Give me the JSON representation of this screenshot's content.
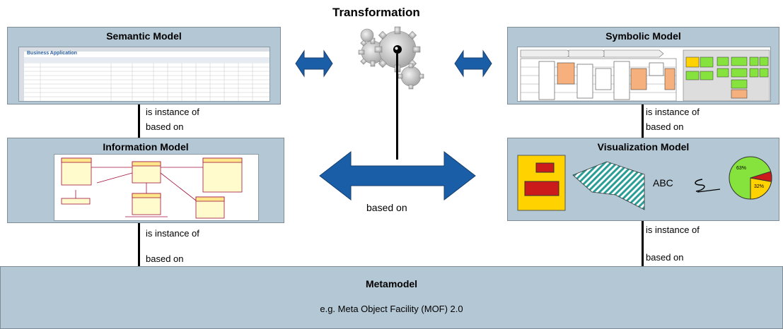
{
  "header": {
    "title": "Transformation"
  },
  "panels": {
    "semantic": {
      "title": "Semantic Model"
    },
    "symbolic": {
      "title": "Symbolic Model"
    },
    "information": {
      "title": "Information Model"
    },
    "visualization": {
      "title": "Visualization Model"
    },
    "metamodel": {
      "title": "Metamodel",
      "subtitle": "e.g. Meta Object Facility (MOF) 2.0"
    }
  },
  "relations": {
    "instance_of": "is instance of",
    "based_on": "based on"
  },
  "thumbnails": {
    "spreadsheet_heading": "Business Application",
    "text_sample": "ABC",
    "pie_slices": [
      "63%",
      "32%"
    ]
  },
  "colors": {
    "panel": "#b4c7d5",
    "arrow": "#1a5ea8",
    "yellow": "#ffd200",
    "red": "#cc1b1b",
    "teal": "#2b9e98",
    "green": "#86e23c",
    "orange": "#f5b07e"
  },
  "icons": [
    "gear-icon",
    "double-arrow-icon",
    "chart-icon"
  ]
}
